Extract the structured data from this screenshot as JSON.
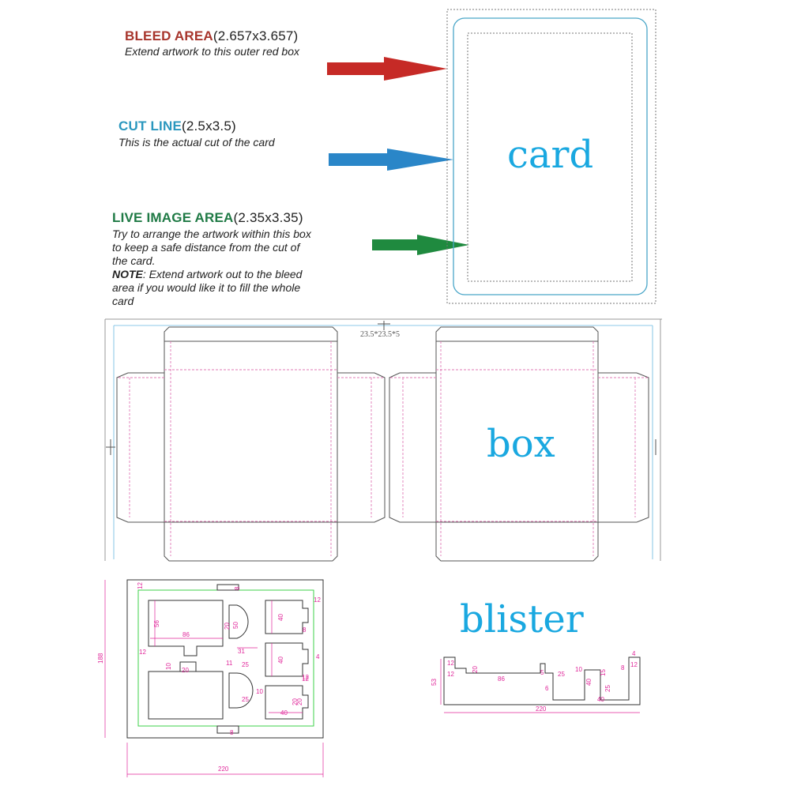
{
  "card_section": {
    "bleed": {
      "title": "BLEED AREA",
      "dims": "(2.657x3.657)",
      "desc": "Extend artwork to this outer red box",
      "color": "#a7352c"
    },
    "cut": {
      "title": "CUT LINE",
      "dims": "(2.5x3.5)",
      "desc": "This is the actual cut of the card",
      "color": "#2a97be"
    },
    "live": {
      "title": "LIVE IMAGE AREA",
      "dims": "(2.35x3.35)",
      "desc_lines": [
        "Try to arrange the artwork within this box",
        "to keep a safe distance from the cut of",
        "the card."
      ],
      "note_label": "NOTE",
      "note_text": ": Extend artwork out to the bleed",
      "note_lines": [
        "area if you would like it to fill the whole",
        "card"
      ],
      "color": "#1f7a45"
    },
    "label": "card"
  },
  "box_section": {
    "dim_label": "23.5*23.5*5",
    "label": "box"
  },
  "blister_section": {
    "label": "blister",
    "top_view": {
      "overall_width": "220",
      "overall_height": "188",
      "dims": [
        "12",
        "12",
        "8",
        "12",
        "56",
        "86",
        "20",
        "50",
        "31",
        "40",
        "8",
        "12",
        "11",
        "25",
        "10",
        "20",
        "10",
        "40",
        "4",
        "20",
        "12",
        "25",
        "40",
        "20",
        "8"
      ]
    },
    "side_view": {
      "overall_width": "220",
      "height": "53",
      "dims": [
        "12",
        "12",
        "20",
        "86",
        "5",
        "6",
        "25",
        "10",
        "40",
        "15",
        "25",
        "40",
        "8",
        "12",
        "4"
      ]
    }
  },
  "colors": {
    "bleed_arrow": "#c62a26",
    "cut_arrow": "#2a86c8",
    "live_arrow": "#1f8a3f",
    "card_cut": "#4aa6c8",
    "fold_pink": "#e07ab6",
    "dim_magenta": "#e0269a",
    "green_insert": "#3ed24a",
    "accent_label": "#1aa8e0"
  }
}
